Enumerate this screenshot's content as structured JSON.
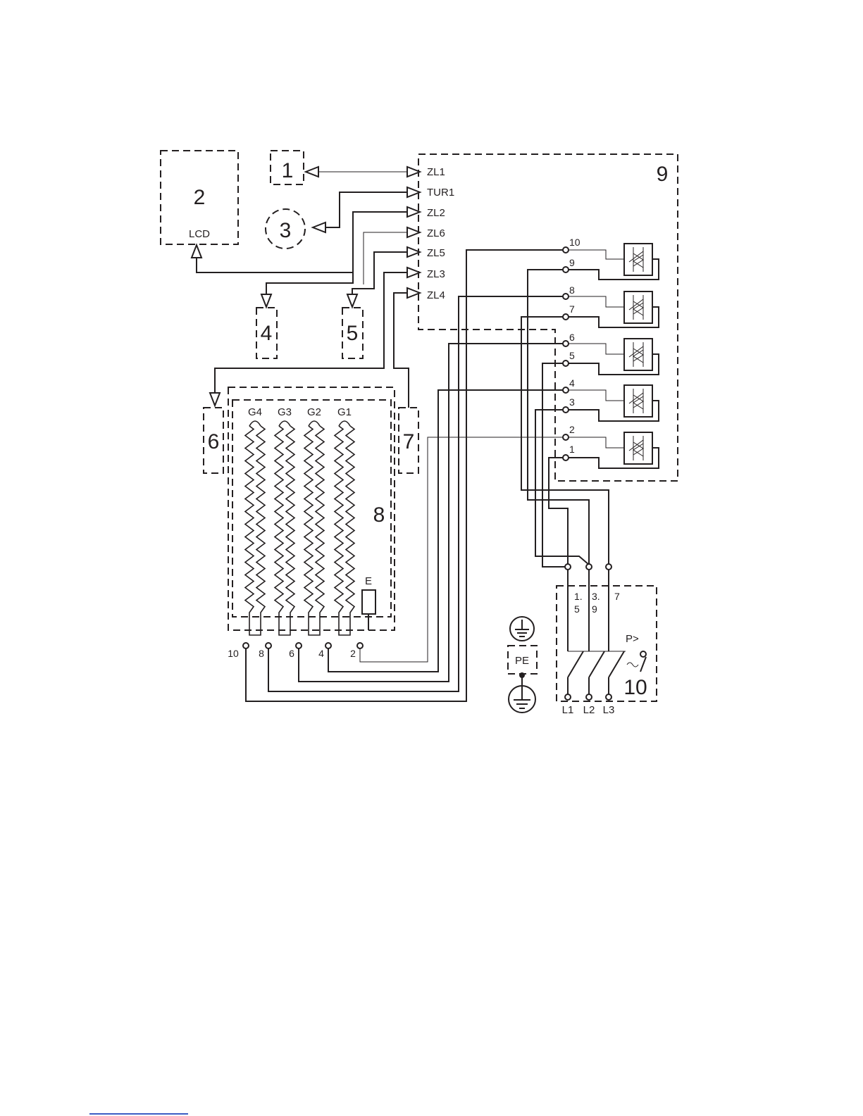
{
  "module_labels": {
    "m1": "1",
    "m2": "2",
    "m3": "3",
    "m4": "4",
    "m5": "5",
    "m6": "6",
    "m7": "7",
    "m8": "8",
    "m9": "9",
    "m10": "10"
  },
  "lcd_label": "LCD",
  "connectors": [
    "ZL1",
    "TUR1",
    "ZL2",
    "ZL6",
    "ZL5",
    "ZL3",
    "ZL4"
  ],
  "triac_terminals": [
    "10",
    "9",
    "8",
    "7",
    "6",
    "5",
    "4",
    "3",
    "2",
    "1"
  ],
  "heater_groups": [
    "G4",
    "G3",
    "G2",
    "G1"
  ],
  "heater_element_label": "E",
  "heater_terminals": [
    "10",
    "8",
    "6",
    "4",
    "2"
  ],
  "breaker": {
    "groups": [
      [
        "1.",
        "5"
      ],
      [
        "3.",
        "9"
      ],
      [
        "7"
      ]
    ],
    "pressure_label": "P>",
    "phases": [
      "L1",
      "L2",
      "L3"
    ]
  },
  "pe_label": "PE"
}
